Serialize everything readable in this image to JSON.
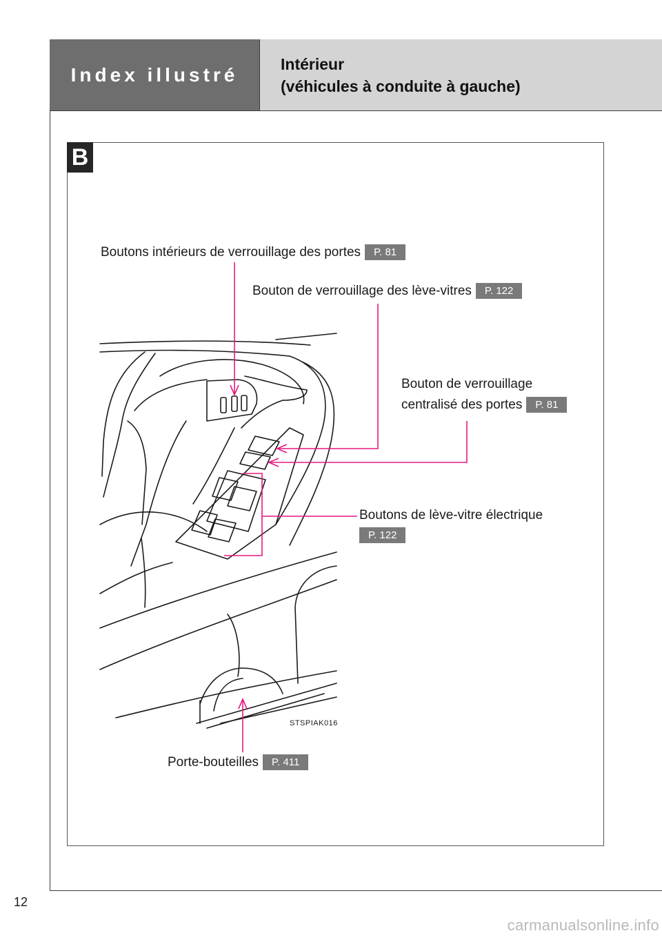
{
  "header": {
    "section_title": "Index illustré",
    "subtitle_line1": "Intérieur",
    "subtitle_line2": "(véhicules à conduite à gauche)"
  },
  "section_badge": "B",
  "callouts": {
    "door_lock_buttons": {
      "text": "Boutons intérieurs de verrouillage des portes",
      "page": "P. 81"
    },
    "window_lock_switch": {
      "text": "Bouton de verrouillage des lève-vitres",
      "page": "P. 122"
    },
    "central_lock_switch": {
      "line1": "Bouton de verrouillage",
      "line2": "centralisé des portes",
      "page": "P. 81"
    },
    "power_window_switches": {
      "text": "Boutons de lève-vitre électrique",
      "page": "P. 122"
    },
    "bottle_holder": {
      "text": "Porte-bouteilles",
      "page": "P. 411"
    }
  },
  "illustration_code": "STSPIAK016",
  "page_number": "12",
  "watermark": "carmanualsonline.info",
  "colors": {
    "callout_line": "#e8177f",
    "header_dark": "#6e6e6e",
    "header_light": "#d4d4d4",
    "page_ref_bg": "#7a7a7a"
  }
}
